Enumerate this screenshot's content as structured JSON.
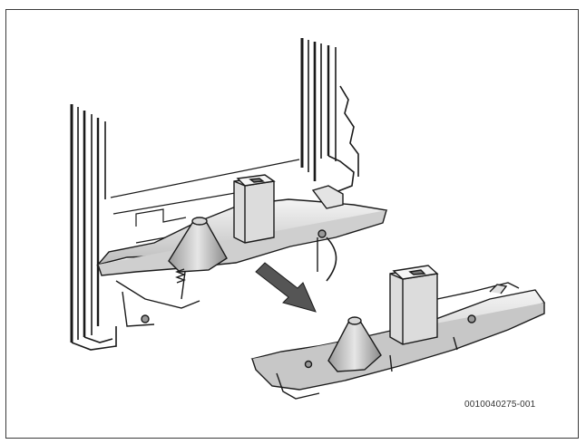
{
  "figure": {
    "reference_code": "0010040275-001",
    "colors": {
      "line": "#1a1a1a",
      "fill_light": "#ececec",
      "fill_mid": "#c8c8c8",
      "fill_dark": "#7a7a7a",
      "arrow": "#555555"
    },
    "icons": [
      "housing-frame",
      "trap-assembly-installed",
      "removal-arrow",
      "trap-assembly-removed"
    ]
  }
}
